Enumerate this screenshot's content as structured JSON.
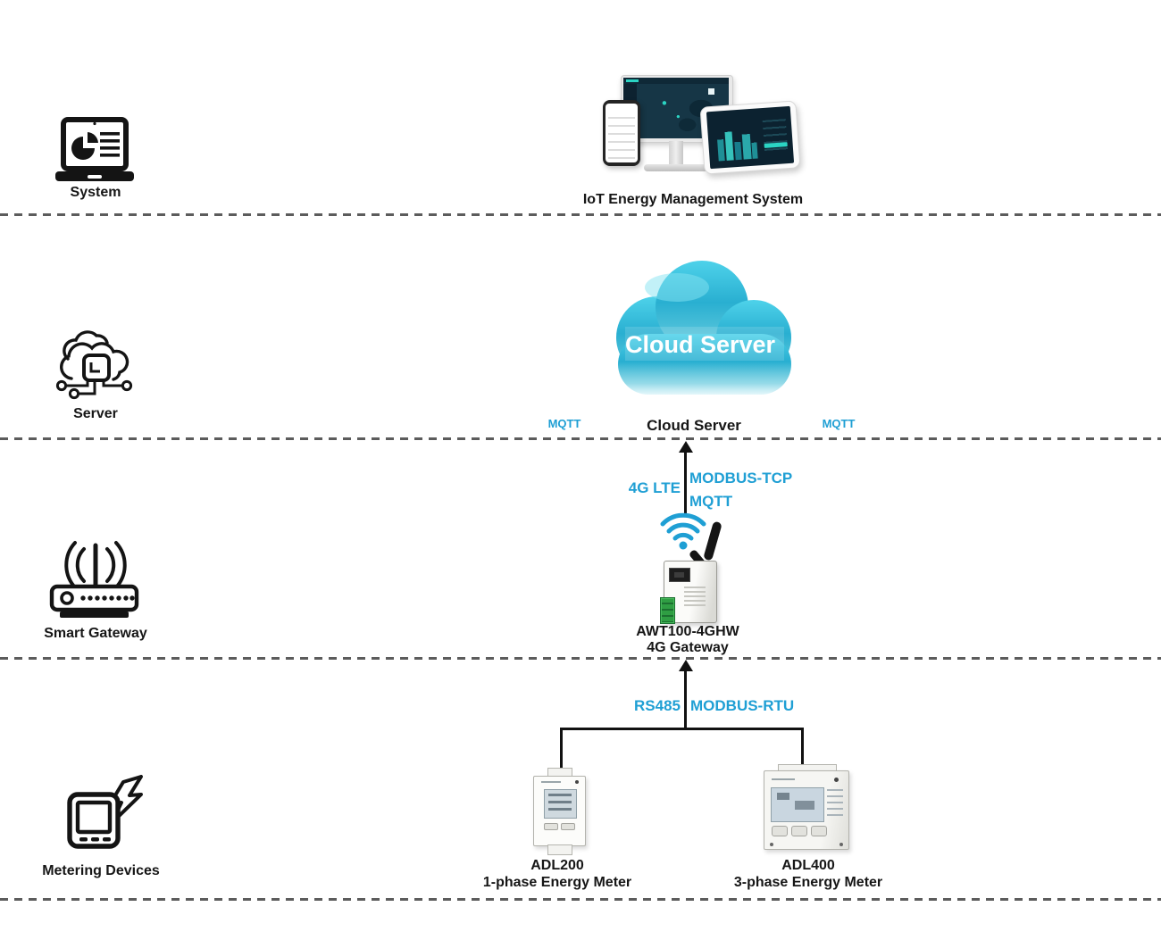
{
  "palette": {
    "accent": "#1f9fd4",
    "cloud_teal": "#2bb0d2",
    "ink": "#161616",
    "divider": "#5c5c5c"
  },
  "icons": {
    "system": "laptop-chart-icon",
    "server": "cloud-chip-icon",
    "smart_gateway": "wireless-router-icon",
    "metering_devices": "energy-meter-bolt-icon",
    "gateway_signal": "wifi-signal-icon"
  },
  "layer_labels": {
    "system": "System",
    "server": "Server",
    "smart_gateway": "Smart Gateway",
    "metering_devices": "Metering Devices"
  },
  "system_row": {
    "ems_label": "IoT Energy Management System"
  },
  "server_row": {
    "cloud_title": "Cloud Server",
    "cloud_label": "Cloud Server",
    "mqtt_left": "MQTT",
    "mqtt_right": "MQTT"
  },
  "gateway_row": {
    "uplink": {
      "left_label": "4G LTE",
      "right_label_top": "MODBUS-TCP",
      "right_label_bottom": "MQTT"
    },
    "model": "AWT100-4GHW",
    "name": "4G Gateway"
  },
  "metering_row": {
    "bus": {
      "left_label": "RS485",
      "right_label": "MODBUS-RTU"
    },
    "meters": [
      {
        "model": "ADL200",
        "name": "1-phase Energy Meter"
      },
      {
        "model": "ADL400",
        "name": "3-phase Energy Meter"
      }
    ]
  }
}
